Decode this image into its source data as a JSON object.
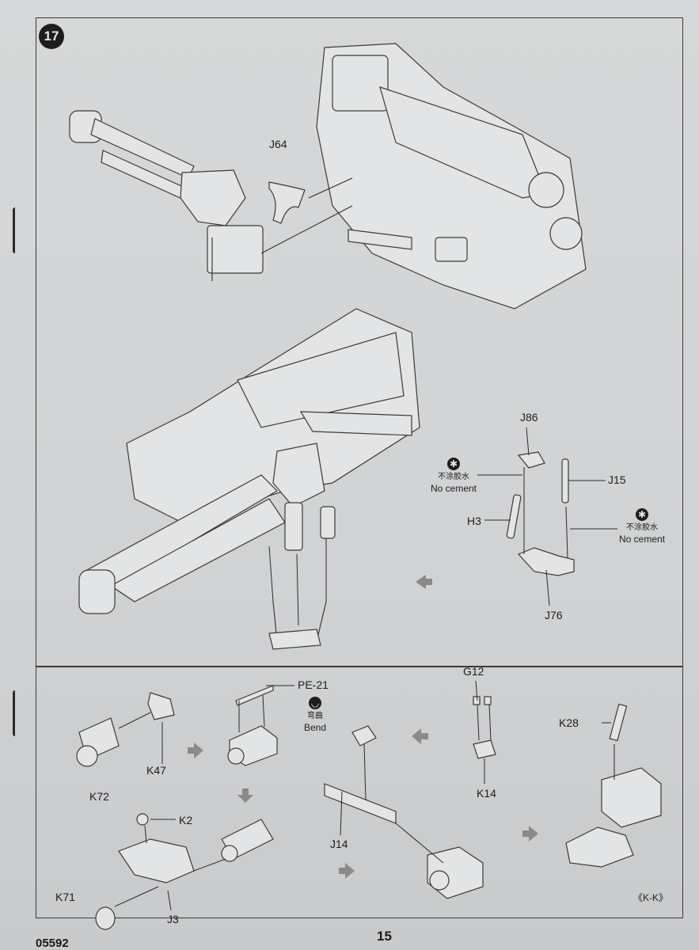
{
  "step_number": "17",
  "labels": {
    "j64": "J64",
    "j86": "J86",
    "j15": "J15",
    "h3": "H3",
    "j76": "J76",
    "pe21": "PE-21",
    "g12": "G12",
    "k28": "K28",
    "k47": "K47",
    "k72": "K72",
    "k14": "K14",
    "k2": "K2",
    "j14": "J14",
    "k71": "K71",
    "j3": "J3",
    "kk": "《K-K》"
  },
  "notes": {
    "no_cement_1": {
      "zh": "不涂胶水",
      "en": "No cement",
      "icon": "no-glue-icon"
    },
    "no_cement_2": {
      "zh": "不涂胶水",
      "en": "No cement",
      "icon": "no-glue-icon"
    },
    "bend": {
      "zh": "弯曲",
      "en": "Bend",
      "icon": "bend-icon"
    }
  },
  "footer": {
    "product_code": "05592",
    "page_number": "15"
  },
  "colors": {
    "paper": "#d3d5d7",
    "ink": "#1d1d1d",
    "line_art": "#3a3a3a",
    "arrow_fill": "#8a8a8a"
  }
}
